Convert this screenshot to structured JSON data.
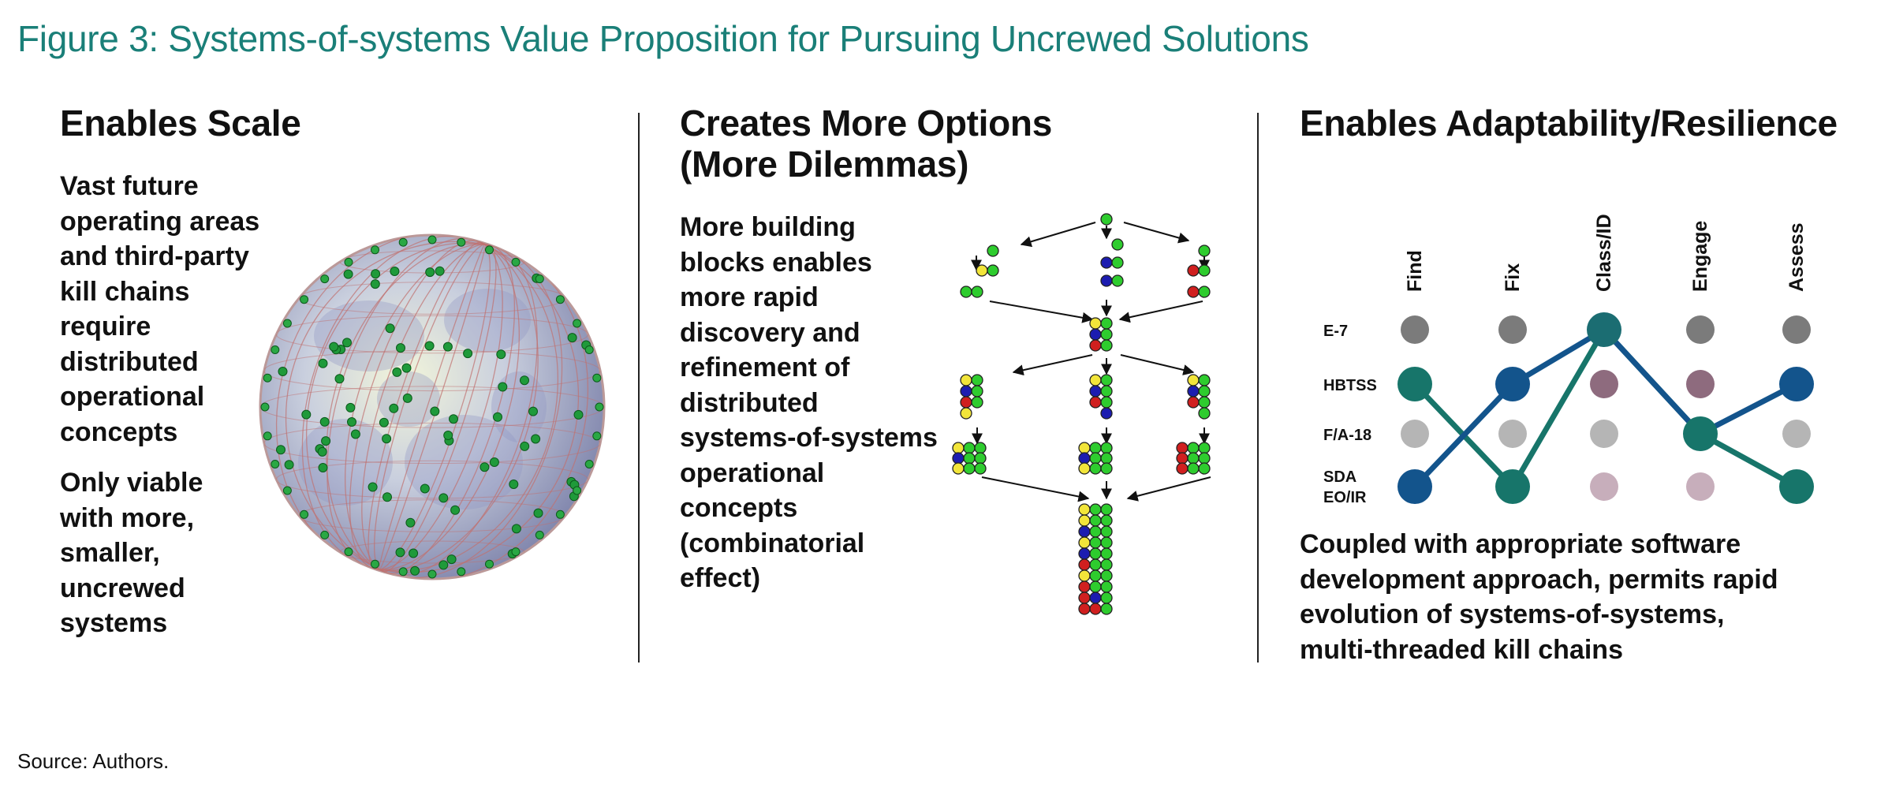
{
  "figure": {
    "title": "Figure 3: Systems-of-systems Value Proposition for Pursuing Uncrewed Solutions",
    "source": "Source: Authors."
  },
  "panels": {
    "scale": {
      "heading": "Enables Scale",
      "paragraph1": [
        "Vast future",
        "operating areas",
        "and third-party",
        "kill chains",
        "require",
        "distributed",
        "operational",
        "concepts"
      ],
      "paragraph2": [
        "Only viable",
        "with more,",
        "smaller,",
        "uncrewed",
        "systems"
      ]
    },
    "options": {
      "heading": [
        "Creates More Options",
        "(More Dilemmas)"
      ],
      "paragraph": [
        "More building",
        "blocks enables",
        "more rapid",
        "discovery and",
        "refinement of",
        "distributed",
        "systems-of-systems",
        "operational",
        "concepts",
        "(combinatorial",
        "effect)"
      ]
    },
    "adaptability": {
      "heading": "Enables Adaptability/Resilience",
      "paragraph": [
        "Coupled with appropriate software",
        "development approach, permits rapid",
        "evolution of systems-of-systems,",
        "multi-threaded kill chains"
      ],
      "matrix": {
        "columns": [
          "Find",
          "Fix",
          "Class/ID",
          "Engage",
          "Assess"
        ],
        "rows": [
          "E-7",
          "HBTSS",
          "F/A-18",
          "SDA\nEO/IR"
        ],
        "row_lines": [
          [
            "E-7"
          ],
          [
            "HBTSS"
          ],
          [
            "F/A-18"
          ],
          [
            "SDA",
            "EO/IR"
          ]
        ],
        "cells": [
          [
            "#7b7b7b",
            "#7b7b7b",
            "#1b6d72",
            "#7b7b7b",
            "#7b7b7b"
          ],
          [
            "#17756a",
            "#13548c",
            "#8e6b7e",
            "#8e6b7e",
            "#13548c"
          ],
          [
            "#b5b5b5",
            "#b5b5b5",
            "#b5b5b5",
            "#17756a",
            "#b5b5b5"
          ],
          [
            "#13548c",
            "#17756a",
            "#c7aebb",
            "#c7aebb",
            "#17756a"
          ]
        ],
        "chains": [
          {
            "color": "#17756a",
            "path": [
              [
                1,
                0
              ],
              [
                3,
                1
              ],
              [
                0,
                2
              ],
              [
                2,
                3
              ],
              [
                3,
                4
              ]
            ]
          },
          {
            "color": "#13548c",
            "path": [
              [
                3,
                0
              ],
              [
                1,
                1
              ],
              [
                0,
                2
              ],
              [
                2,
                3
              ],
              [
                1,
                4
              ]
            ]
          }
        ]
      }
    }
  },
  "colors": {
    "title_teal": "#1a7f78",
    "block_green": "#2ecc2e",
    "block_yellow": "#f2e53a",
    "block_blue": "#1c1cb0",
    "block_red": "#d01f1f"
  }
}
